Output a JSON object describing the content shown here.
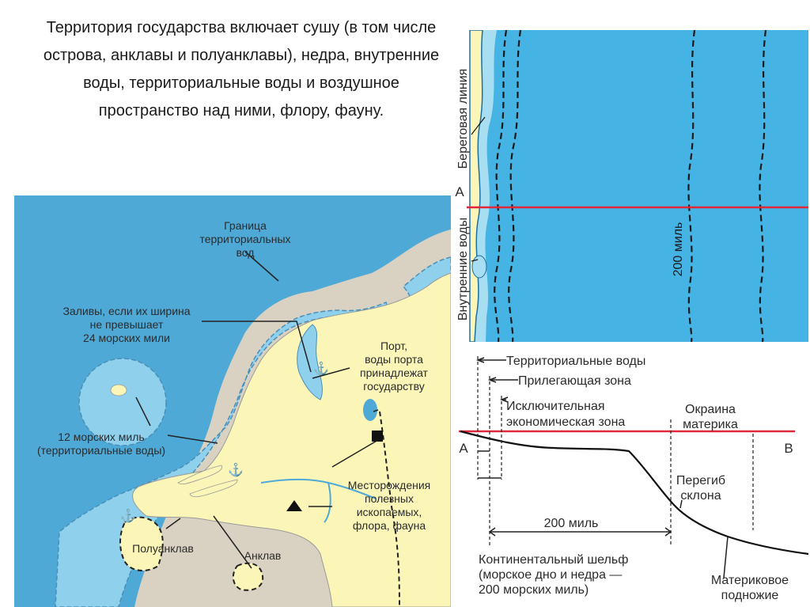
{
  "slide": {
    "title_text": "Территория государства включает сушу (в том числе острова, анклавы и полуанклавы), недра, внутренние воды, территориальные воды и воздушное пространство над ними, флору, фауну."
  },
  "map_labels": {
    "border_line1": "Граница",
    "border_line2": "территориальных",
    "border_line3": "вод",
    "bays_line1": "Заливы, если их ширина",
    "bays_line2": "не превышает",
    "bays_line3": "24 морских мили",
    "port_line1": "Порт,",
    "port_line2": "воды порта",
    "port_line3": "принадлежат",
    "port_line4": "государству",
    "tw_line1": "12 морских миль",
    "tw_line2": "(территориальные воды)",
    "dep_line1": "Месторождения",
    "dep_line2": "полезных",
    "dep_line3": "ископаемых,",
    "dep_line4": "флора, фауна",
    "semi_enclave": "Полуанклав",
    "enclave": "Анклав"
  },
  "top_view": {
    "coastline": "Береговая линия",
    "internal_waters": "Внутренние воды",
    "point_a": "А",
    "distance_200": "200 миль"
  },
  "profile": {
    "territorial_waters": "Территориальные воды",
    "contiguous_zone": "Прилегающая зона",
    "eez_line1": "Исключительная",
    "eez_line2": "экономическая зона",
    "margin_line1": "Окраина",
    "margin_line2": "материка",
    "point_a": "А",
    "point_b": "В",
    "slope_line1": "Перегиб",
    "slope_line2": "склона",
    "distance_200": "200 миль",
    "shelf_line1": "Континентальный шельф",
    "shelf_line2": "(морское дно и недра —",
    "shelf_line3": "200 морских миль)",
    "foot_line1": "Материковое",
    "foot_line2": "подножие"
  },
  "colors": {
    "sea_dark": "#4fa9d6",
    "sea_light": "#8fd0ec",
    "land": "#fbf6b8",
    "land_gray": "#d9d2c2",
    "red_line": "#e0283a"
  }
}
